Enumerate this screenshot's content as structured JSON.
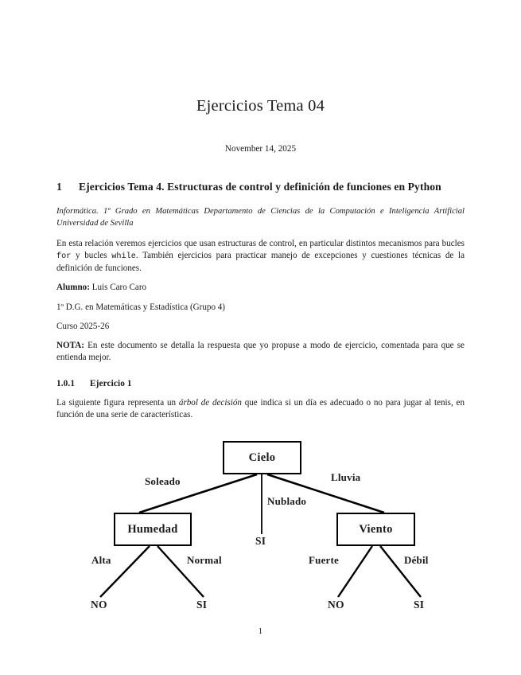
{
  "document": {
    "title": "Ejercicios Tema 04",
    "date": "November 14, 2025",
    "page_number": "1"
  },
  "section": {
    "number": "1",
    "title": "Ejercicios Tema 4. Estructuras de control y definición de funciones en Python",
    "affiliation": "Informática. 1º Grado en Matemáticas Departamento de Ciencias de la Computación e Inteligencia Artificial Universidad de Sevilla",
    "intro": {
      "part1": "En esta relación veremos ejercicios que usan estructuras de control, en particular distintos mecanismos para bucles ",
      "code1": "for",
      "part2": " y bucles ",
      "code2": "while",
      "part3": ". También ejercicios para practicar manejo de excepciones y cuestiones técnicas de la definición de funciones."
    },
    "student": {
      "label": "Alumno:",
      "name": " Luis Caro Caro",
      "degree": "1º D.G. en Matemáticas y Estadística (Grupo 4)",
      "course": "Curso 2025-26"
    },
    "note": {
      "label": "NOTA:",
      "text": " En este documento se detalla la respuesta que yo propuse a modo de ejercicio, comentada para que se entienda mejor."
    }
  },
  "subsection": {
    "number": "1.0.1",
    "title": "Ejercicio 1",
    "paragraph": {
      "part1": "La siguiente figura representa un ",
      "emphasis": "árbol de decisión",
      "part2": " que indica si un día es adecuado o no para jugar al tenis, en función de una serie de características."
    }
  },
  "decision_tree": {
    "nodes": {
      "root": "Cielo",
      "left": "Humedad",
      "right": "Viento"
    },
    "edges": {
      "soleado": "Soleado",
      "nublado": "Nublado",
      "lluvia": "Lluvia",
      "alta": "Alta",
      "normal": "Normal",
      "fuerte": "Fuerte",
      "debil": "Débil"
    },
    "leaves": {
      "nublado_leaf": "SI",
      "alta_leaf": "NO",
      "normal_leaf": "SI",
      "fuerte_leaf": "NO",
      "debil_leaf": "SI"
    }
  }
}
